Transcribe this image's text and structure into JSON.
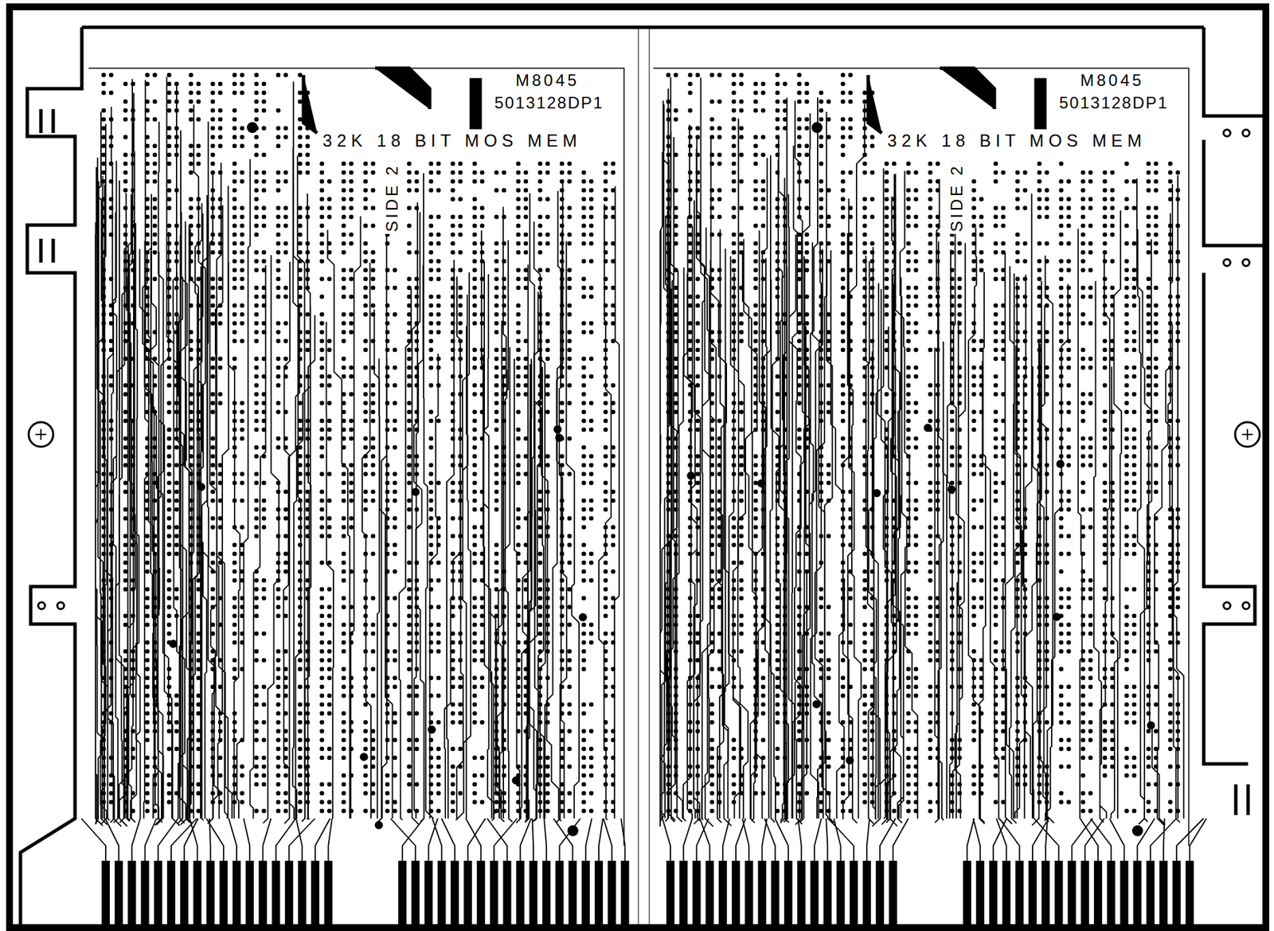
{
  "diagram": {
    "labels": [
      "M8045",
      "5013128DP1",
      "32K 18 BIT MOS MEM",
      "SIDE 2",
      "M8045",
      "5013128DP1",
      "32K 18 BIT MOS MEM",
      "SIDE 2"
    ]
  }
}
